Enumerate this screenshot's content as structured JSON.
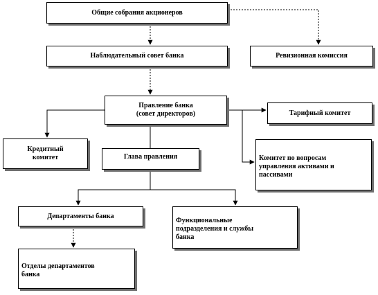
{
  "boxes": {
    "shareholders": "Общие собрания акционеров",
    "supervisory": "Наблюдательный  совет банка",
    "audit": "Ревизионная комиссия",
    "management": [
      "Правление банка",
      "(совет директоров)"
    ],
    "tariff": "Тарифный комитет",
    "credit": [
      "Кредитный",
      "комитет"
    ],
    "head": "Глава правления",
    "alco": [
      "Комитет по вопросам",
      "управления активами и",
      "пассивами"
    ],
    "departments": "Департаменты банка",
    "functional": [
      "Функциональные",
      "подразделения и службы",
      "банка"
    ],
    "dept_divisions": [
      "Отделы  департаментов",
      "банка"
    ]
  },
  "colors": {
    "border": "#000000",
    "shadow": "#6f6f6f",
    "background": "#ffffff"
  }
}
